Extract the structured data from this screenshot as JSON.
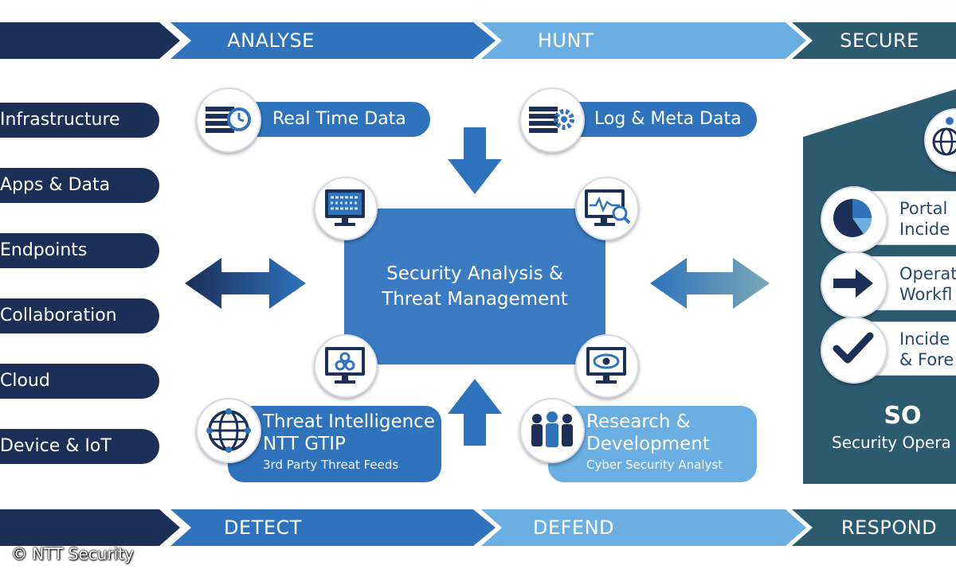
{
  "stages_top": [
    "ANALYSE",
    "HUNT",
    "SECURE"
  ],
  "stages_bottom": [
    "DETECT",
    "DEFEND",
    "RESPOND"
  ],
  "sources": [
    "Infrastructure",
    "Apps & Data",
    "Endpoints",
    "Collaboration",
    "Cloud",
    "Device & IoT"
  ],
  "inputs": {
    "realtime": "Real Time Data",
    "logmeta": "Log & Meta Data"
  },
  "center": {
    "line1": "Security Analysis &",
    "line2": "Threat Management"
  },
  "threat_intel": {
    "line1": "Threat Intelligence",
    "line2": "NTT GTIP",
    "line3": "3rd Party Threat Feeds"
  },
  "research": {
    "line1": "Research &",
    "line2": "Development",
    "line3": "Cyber Security Analyst"
  },
  "soc": {
    "items": [
      {
        "line1": "Portal",
        "line2": "Incide"
      },
      {
        "line1": "Operat",
        "line2": "Workfl"
      },
      {
        "line1": "Incide",
        "line2": "& Fore"
      }
    ],
    "title": "SO",
    "subtitle": "Security Opera"
  },
  "copyright": "© NTT Security",
  "colors": {
    "navy": "#1c2f57",
    "mid_blue": "#2f73bd",
    "light_blue": "#6aaee2",
    "teal": "#2c5b70"
  }
}
